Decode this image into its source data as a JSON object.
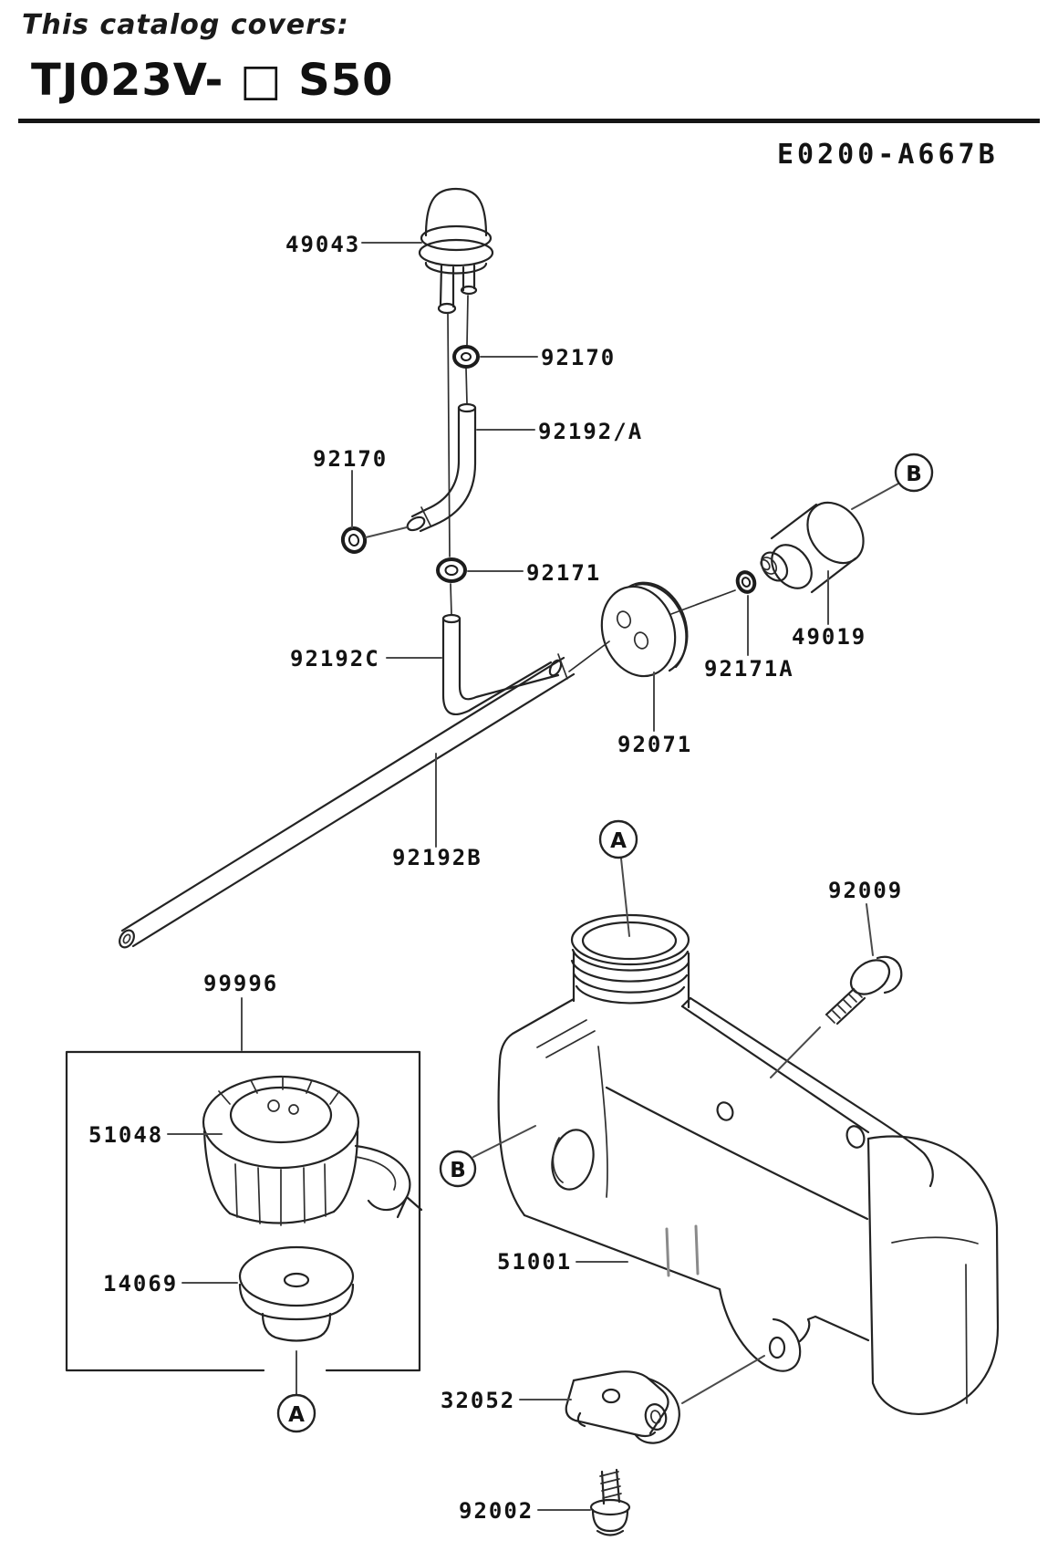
{
  "colors": {
    "ink": "#1c1c1c",
    "paper": "#ffffff"
  },
  "header": {
    "covers_label": "This catalog covers:",
    "model": "TJ023V- □ S50",
    "diagram_code": "E0200-A667B"
  },
  "refs": {
    "a": "A",
    "b": "B"
  },
  "parts": {
    "p49043": "49043",
    "p92170_top": "92170",
    "p92192a": "92192/A",
    "p92170_left": "92170",
    "p92171": "92171",
    "p92171a": "92171A",
    "p49019": "49019",
    "p92192c": "92192C",
    "p92071": "92071",
    "p92192b": "92192B",
    "p99996": "99996",
    "p51048": "51048",
    "p14069": "14069",
    "p51001": "51001",
    "p32052": "32052",
    "p92009": "92009",
    "p92002": "92002"
  }
}
